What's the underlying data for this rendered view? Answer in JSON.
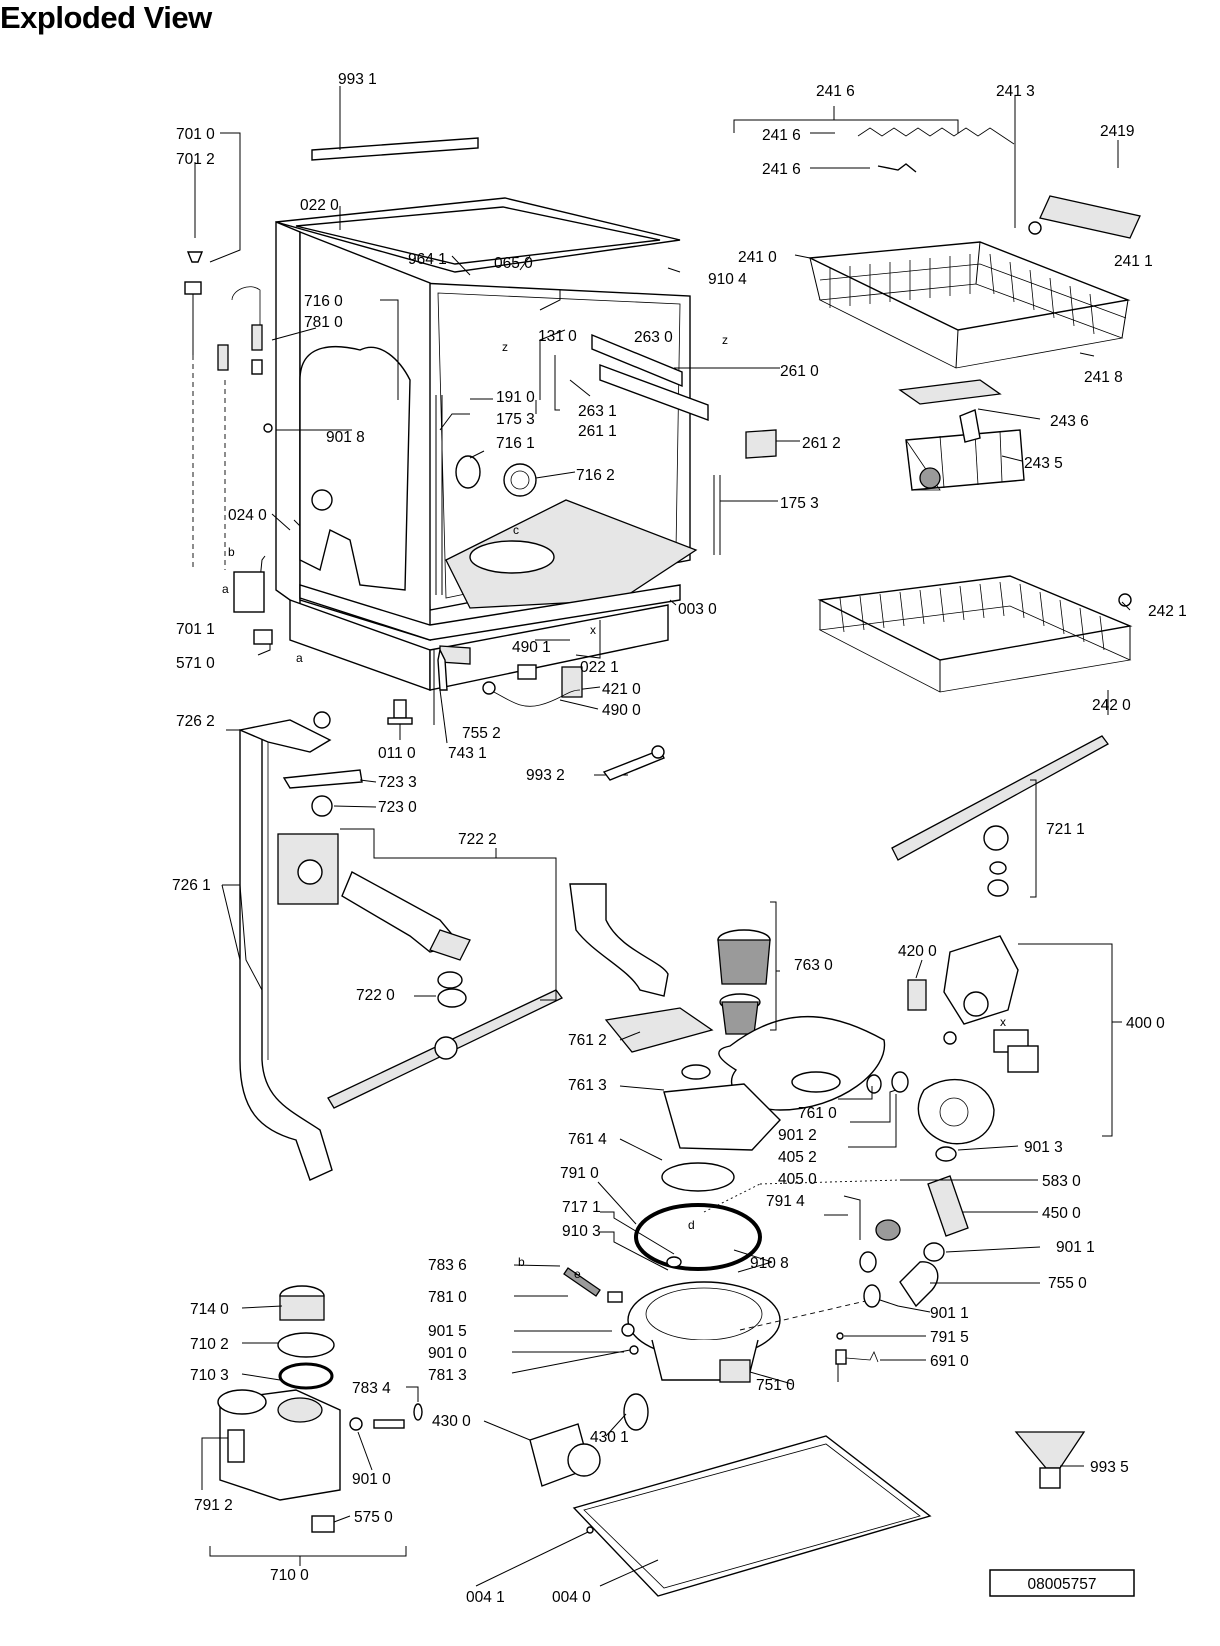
{
  "title": "Exploded View",
  "drawing_number": "08005757",
  "labels": {
    "l_9931": "993 1",
    "l_7010": "701 0",
    "l_7012": "701 2",
    "l_0220": "022 0",
    "l_9641": "964 1",
    "l_0650": "065 0",
    "l_9104": "910 4",
    "l_7160": "716 0",
    "l_7810a": "781 0",
    "l_1310": "131 0",
    "l_2630": "263 0",
    "l_2610": "261 0",
    "l_2631": "263 1",
    "l_2611": "261 1",
    "l_1910": "191 0",
    "l_1753a": "175 3",
    "l_9018": "901 8",
    "l_7161": "716 1",
    "l_7162": "716 2",
    "l_2612": "261 2",
    "l_1753b": "175 3",
    "l_0240": "024 0",
    "l_0030": "003 0",
    "l_7011": "701 1",
    "l_5710": "571 0",
    "l_4901": "490 1",
    "l_0221": "022 1",
    "l_4210": "421 0",
    "l_4900": "490 0",
    "l_7262": "726 2",
    "l_7552": "755 2",
    "l_0110": "011 0",
    "l_7431": "743 1",
    "l_9932": "993 2",
    "l_7233": "723 3",
    "l_7230": "723 0",
    "l_7222": "722 2",
    "l_7261": "726 1",
    "l_7220": "722 0",
    "l_2416t": "241 6",
    "l_2416a": "241 6",
    "l_2416b": "241 6",
    "l_2413": "241 3",
    "l_2419": "2419",
    "l_2410": "241 0",
    "l_2411": "241 1",
    "l_2418": "241 8",
    "l_2436": "243 6",
    "l_2435": "243 5",
    "l_2421": "242 1",
    "l_2420": "242 0",
    "l_7211": "721 1",
    "l_7630": "763 0",
    "l_4200": "420 0",
    "l_4000": "400 0",
    "l_7612": "761 2",
    "l_7613": "761 3",
    "l_7614": "761 4",
    "l_7610": "761 0",
    "l_9012": "901 2",
    "l_4052": "405 2",
    "l_4050": "405 0",
    "l_9013": "901 3",
    "l_7910": "791 0",
    "l_7914": "791 4",
    "l_5830": "583 0",
    "l_4500": "450 0",
    "l_7171": "717 1",
    "l_9103": "910 3",
    "l_9011a": "901 1",
    "l_7836": "783 6",
    "l_9108": "910 8",
    "l_7550": "755 0",
    "l_7810b": "781 0",
    "l_9011b": "901 1",
    "l_9015": "901 5",
    "l_9010a": "901 0",
    "l_7915": "791 5",
    "l_7813": "781 3",
    "l_7510": "751 0",
    "l_6910": "691 0",
    "l_7140": "714 0",
    "l_7102": "710 2",
    "l_7103": "710 3",
    "l_7834": "783 4",
    "l_4300": "430 0",
    "l_4301": "430 1",
    "l_9010b": "901 0",
    "l_7912": "791 2",
    "l_5750": "575 0",
    "l_7100": "710 0",
    "l_9935": "993 5",
    "l_0041": "004 1",
    "l_0040": "004 0"
  },
  "letters": {
    "z1": "z",
    "z2": "z",
    "c": "c",
    "x1": "x",
    "x2": "x",
    "a1": "a",
    "a2": "a",
    "b1": "b",
    "b2": "b",
    "d": "d",
    "e1": "e",
    "e2": "e"
  }
}
